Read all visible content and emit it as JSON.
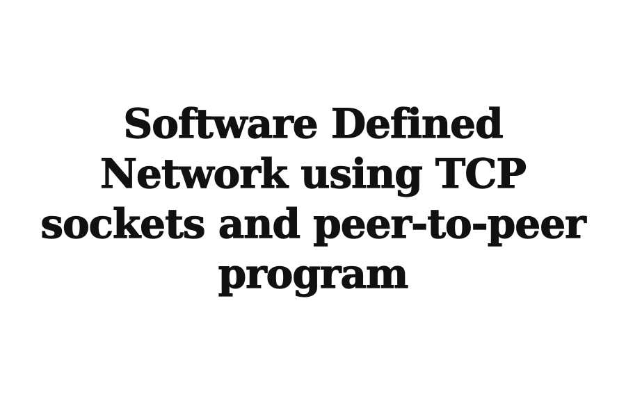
{
  "title": {
    "lines": [
      "Software Defined",
      "Network using TCP",
      "sockets and peer-to-peer",
      "program"
    ]
  },
  "colors": {
    "background": "#ffffff",
    "text": "#111111"
  }
}
